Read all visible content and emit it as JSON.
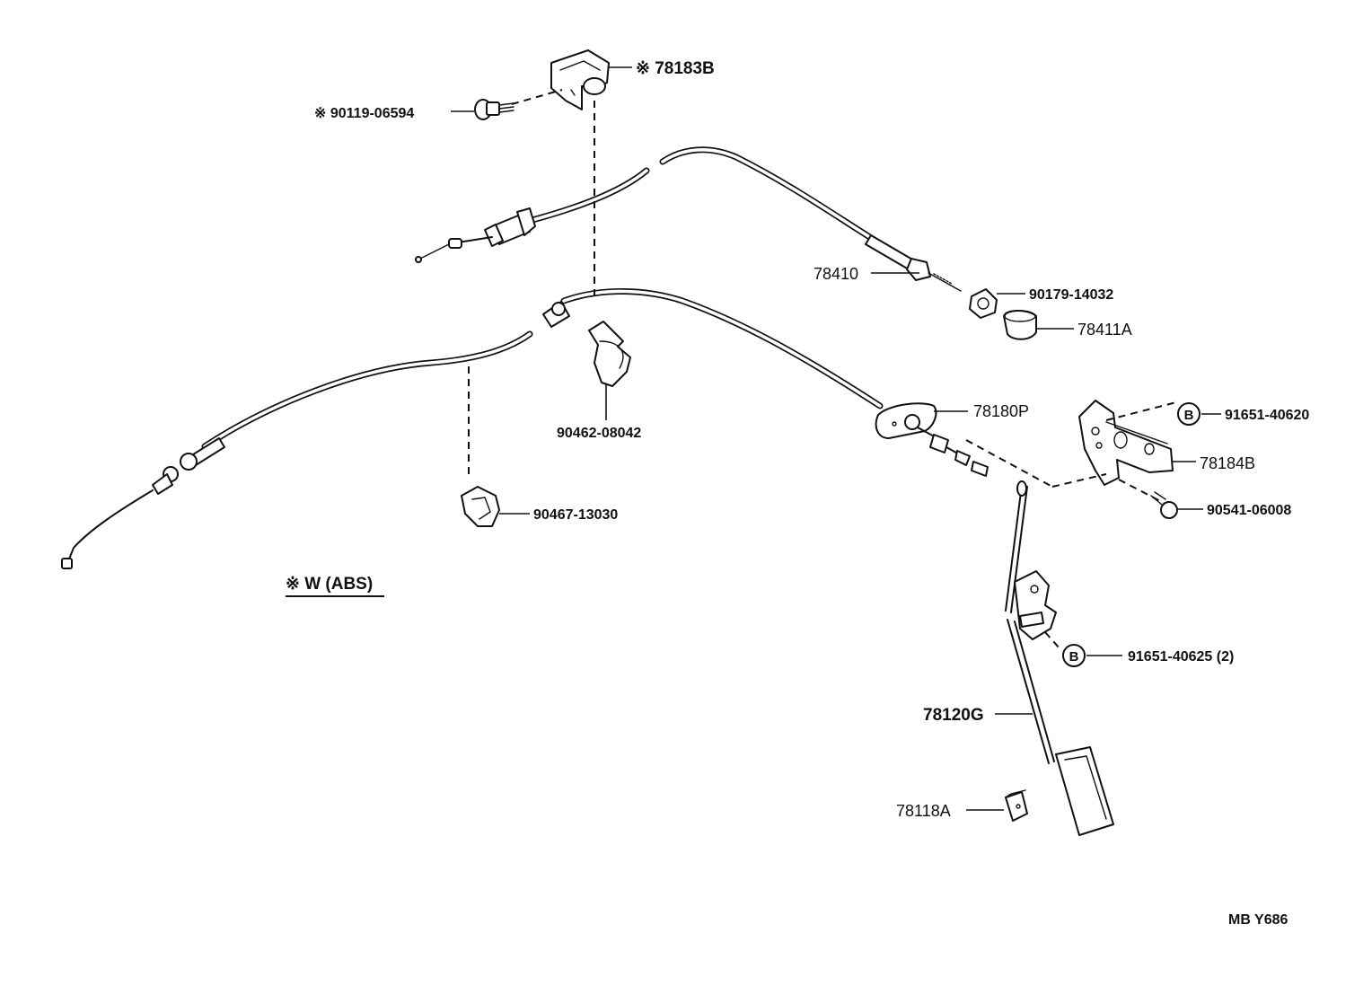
{
  "parts": {
    "p78183b": "※ 78183B",
    "p90119": "※ 90119-06594",
    "p78410": "78410",
    "p90179": "90179-14032",
    "p78411a": "78411A",
    "p78180p": "78180P",
    "p90462": "90462-08042",
    "p90467": "90467-13030",
    "p91651_40620": "91651-40620",
    "p78184b": "78184B",
    "p90541": "90541-06008",
    "p91651_40625": "91651-40625 (2)",
    "p78120g": "78120G",
    "p78118a": "78118A"
  },
  "callout_marker": "B",
  "note": "※ W (ABS)",
  "footer_code": "MB  Y686"
}
